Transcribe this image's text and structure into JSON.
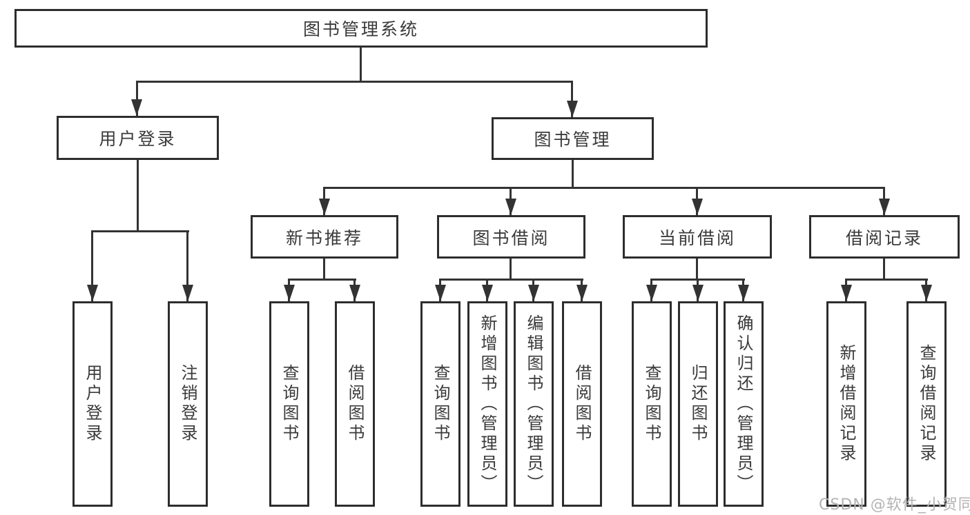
{
  "colors": {
    "line": "#333333",
    "box-border": "#2d2d2d",
    "box-fill": "#ffffff",
    "text": "#3a3a3a",
    "watermark": "#b3b3b3",
    "bg": "#ffffff"
  },
  "tree": {
    "root": "图书管理系统",
    "branches": [
      {
        "label": "用户登录",
        "children": [
          "用户登录",
          "注销登录"
        ]
      },
      {
        "label": "图书管理",
        "groups": [
          {
            "label": "新书推荐",
            "children": [
              "查询图书",
              "借阅图书"
            ]
          },
          {
            "label": "图书借阅",
            "children": [
              "查询图书",
              "新增图书（管理员）",
              "编辑图书（管理员）",
              "借阅图书"
            ]
          },
          {
            "label": "当前借阅",
            "children": [
              "查询图书",
              "归还图书",
              "确认归还（管理员）"
            ]
          },
          {
            "label": "借阅记录",
            "children": [
              "新增借阅记录",
              "查询借阅记录"
            ]
          }
        ]
      }
    ]
  },
  "watermark": "CSDN @软件_小贺同学"
}
